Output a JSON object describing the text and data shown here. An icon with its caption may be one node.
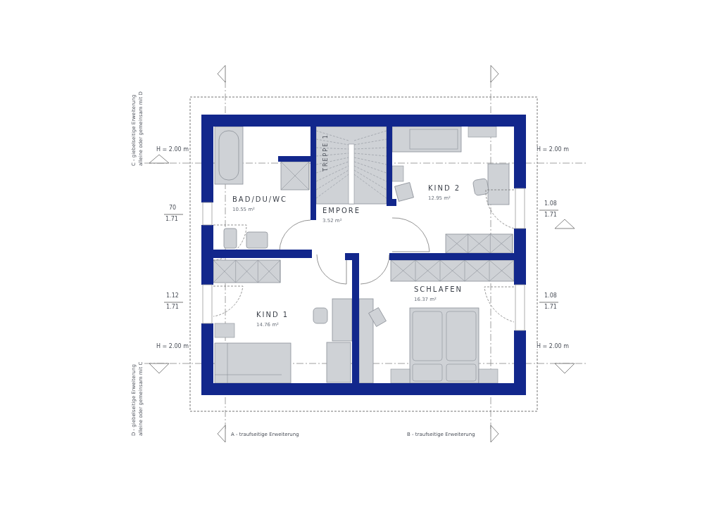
{
  "diagram": {
    "nodes": [
      {
        "text": [
          "BAD/DU/WC",
          "10.55 m²"
        ]
      },
      {
        "text": [
          "EMPORE",
          "3.52 m²"
        ]
      },
      {
        "text": [
          "KIND 2",
          "12.95 m²"
        ]
      },
      {
        "text": [
          "KIND 1",
          "14.76 m²"
        ]
      },
      {
        "text": [
          "SCHLAFEN",
          "16.37 m²"
        ]
      }
    ],
    "edges": [],
    "labels": [
      "C - giebelseitige Erweiterung",
      "alleine oder gemeinsam mit D",
      "H = 2.00 m",
      "TREPPE 1",
      "H = 2.00 m",
      "70",
      "1.71",
      "1.08",
      "1.71",
      "1.12",
      "1.71",
      "1.08",
      "1.71",
      "H = 2.00 m",
      "H = 2.00 m",
      "D - giebelseitige Erweiterung",
      "alleine oder gemeinsam mit C",
      "A - traufseitige Erweiterung",
      "B - traufseitige Erweiterung"
    ]
  }
}
